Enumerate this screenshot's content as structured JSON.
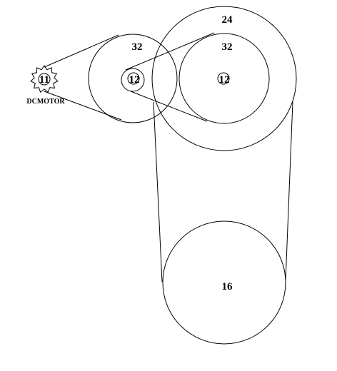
{
  "motor": {
    "label": "DCMOTOR",
    "teeth": "11"
  },
  "gears": {
    "compound_1_large": "32",
    "compound_1_small": "12",
    "compound_2_outer": "24",
    "compound_2_large": "32",
    "compound_2_small": "12",
    "output": "16"
  }
}
